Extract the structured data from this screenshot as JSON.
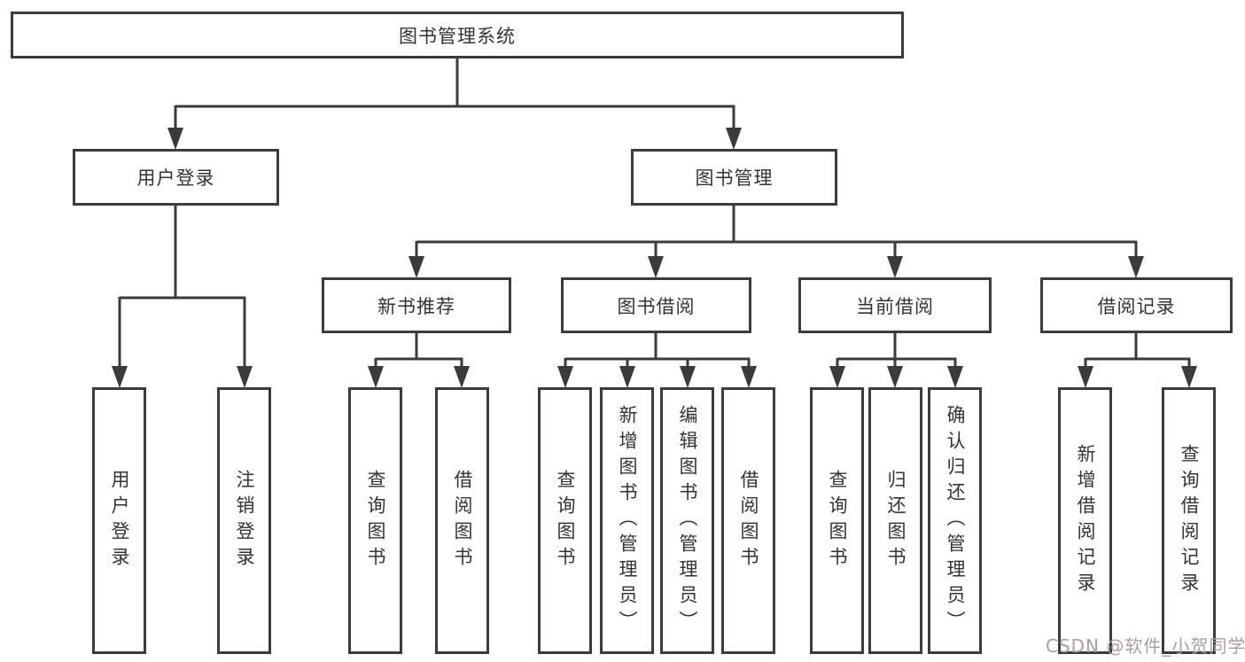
{
  "diagram": {
    "root": {
      "label": "图书管理系统"
    },
    "level2": [
      {
        "label": "用户登录"
      },
      {
        "label": "图书管理"
      }
    ],
    "level3": [
      {
        "label": "新书推荐"
      },
      {
        "label": "图书借阅"
      },
      {
        "label": "当前借阅"
      },
      {
        "label": "借阅记录"
      }
    ],
    "leaves": [
      {
        "label": "用户登录"
      },
      {
        "label": "注销登录"
      },
      {
        "label": "查询图书"
      },
      {
        "label": "借阅图书"
      },
      {
        "label": "查询图书"
      },
      {
        "label": "新增图书（管理员）"
      },
      {
        "label": "编辑图书（管理员）"
      },
      {
        "label": "借阅图书"
      },
      {
        "label": "查询图书"
      },
      {
        "label": "归还图书"
      },
      {
        "label": "确认归还（管理员）"
      },
      {
        "label": "新增借阅记录"
      },
      {
        "label": "查询借阅记录"
      }
    ]
  },
  "watermark": {
    "text": "CSDN @软件_小贺同学",
    "color": "#ab9e9e"
  },
  "colors": {
    "line": "#3b3b3b",
    "box_border": "#3b3b3b",
    "text": "#333333",
    "background": "#ffffff"
  }
}
